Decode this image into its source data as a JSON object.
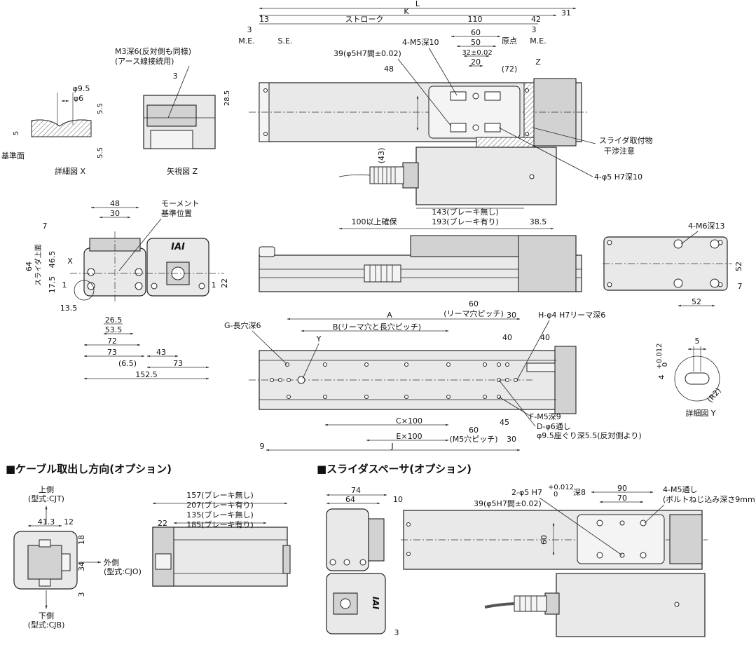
{
  "top_view": {
    "L": "L",
    "K": "K",
    "d31": "31",
    "d13": "13",
    "d3_left": "3",
    "me_left": "M.E.",
    "se": "S.E.",
    "stroke": "ストローク",
    "d110": "110",
    "d42": "42",
    "d3_right": "3",
    "me_right": "M.E.",
    "genten": "原点",
    "d60": "60",
    "d50": "50",
    "d32": "32±0.02",
    "d20": "20",
    "d72": "(72)",
    "m5": "4-M5深10",
    "phi5h7": "39(φ5H7間±0.02)",
    "d48": "48",
    "d43": "(43)",
    "z": "Z",
    "interference_1": "スライダ取付物",
    "interference_2": "干渉注意",
    "phi5_pins": "4-φ5 H7深10",
    "brake_off": "143(ブレーキ無し)",
    "brake_on": "193(ブレーキ有り)",
    "d100": "100以上確保",
    "d385": "38.5"
  },
  "detail_x": {
    "phi95": "φ9.5",
    "phi6": "φ6",
    "d55a": "5.5",
    "d55b": "5.5",
    "d5": "5",
    "ref_surface": "基準面",
    "caption": "詳細図 X"
  },
  "view_z": {
    "m3_1": "M3深6(反対側も同様)",
    "m3_2": "(アース線接続用)",
    "d3": "3",
    "d285": "28.5",
    "caption": "矢視図 Z"
  },
  "end_view": {
    "moment_1": "モーメント",
    "moment_2": "基準位置",
    "d48": "48",
    "d30": "30",
    "d7": "7",
    "d64": "64",
    "slider_top": "スライダ上面",
    "d465": "46.5",
    "d175": "17.5",
    "x": "X",
    "d1a": "1",
    "d1b": "1",
    "d22": "22",
    "d135": "13.5",
    "d265": "26.5",
    "d535": "53.5",
    "d72": "72",
    "d73a": "73",
    "d43": "43",
    "d65": "(6.5)",
    "d73b": "73",
    "d1525": "152.5",
    "iai": "IAI"
  },
  "detail_y_side": {
    "m6": "4-M6深13",
    "d52a": "52",
    "d7": "7",
    "d52b": "52"
  },
  "bottom_view": {
    "g_slot": "G-長穴深6",
    "y": "Y",
    "a": "A",
    "b": "B(リーマ穴と長穴ピッチ)",
    "pitch60": "60",
    "pitch60_sub": "(リーマ穴ピッチ)",
    "d30a": "30",
    "h_holes": "H-φ4 H7リーマ深6",
    "d40a": "40",
    "d40b": "40",
    "c100": "C×100",
    "d60": "60",
    "d45": "45",
    "f_m5": "F-M5深9",
    "d_holes_1": "D-φ6通し",
    "d_holes_2": "φ9.5座ぐり深5.5(反対側より)",
    "e100": "E×100",
    "m5pitch": "(M5穴ピッチ)",
    "d30b": "30",
    "j": "J",
    "d9": "9"
  },
  "detail_y": {
    "tol": "+0.012",
    "tol0": "0",
    "d4": "4",
    "d5": "5",
    "r2": "(R2)",
    "caption": "詳細図 Y"
  },
  "cable": {
    "header": "■ケーブル取出し方向(オプション)",
    "top": "上側",
    "top_type": "(型式:CJT)",
    "out": "外側",
    "out_type": "(型式:CJO)",
    "bottom": "下側",
    "bottom_type": "(型式:CJB)",
    "d413": "41.3",
    "d12": "12",
    "d18": "18",
    "d34": "34",
    "d3": "3",
    "d157": "157(ブレーキ無し)",
    "d207": "207(ブレーキ有り)",
    "d135": "135(ブレーキ無し)",
    "d185": "185(ブレーキ有り)",
    "d22": "22"
  },
  "spacer": {
    "header": "■スライダスペーサ(オプション)",
    "d74": "74",
    "d64": "64",
    "d10": "10",
    "pin": "2-φ5 H7",
    "pin_tol": "+0.012",
    "pin_tol0": "0",
    "pin_depth": "深8",
    "pin_pitch": "39(φ5H7間±0.02)",
    "d90": "90",
    "d70": "70",
    "m5_1": "4-M5通し",
    "m5_2": "(ボルトねじ込み深さ9mm)",
    "d60": "60",
    "d3": "3"
  }
}
